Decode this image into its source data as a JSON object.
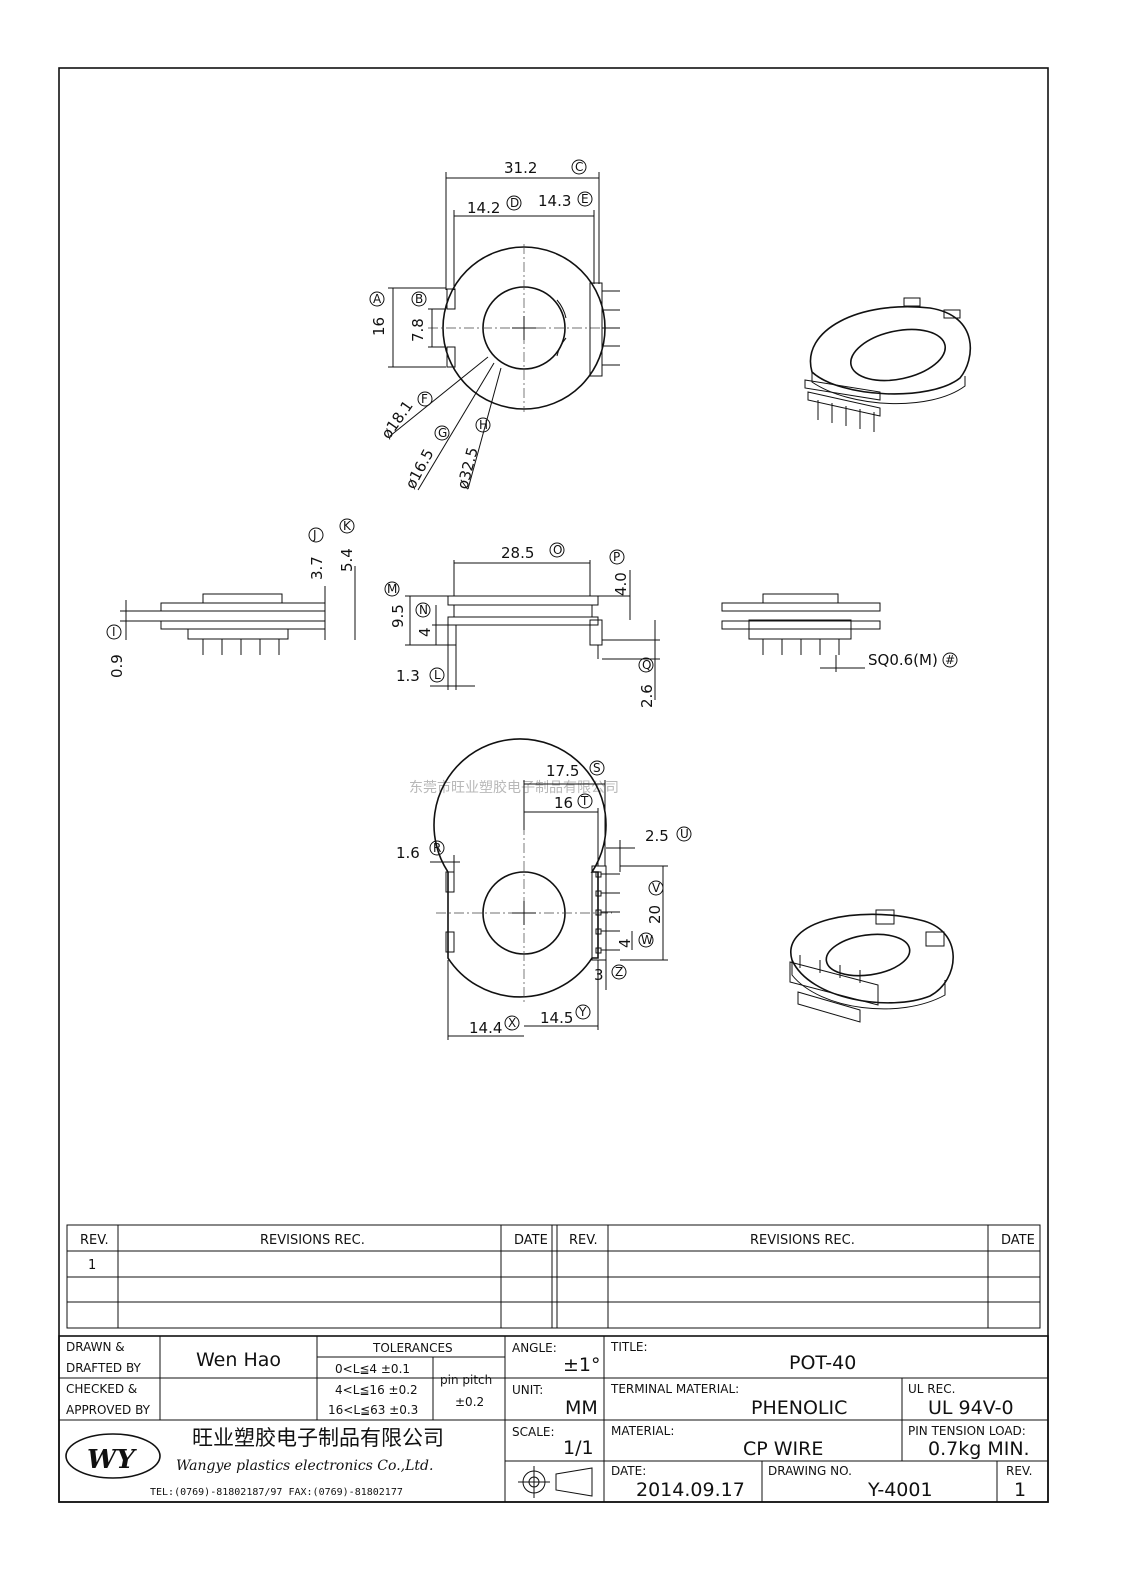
{
  "drawing": {
    "top_view": {
      "overall_width": "31.2",
      "left_half": "14.2",
      "right_half": "14.3",
      "window_height": "16",
      "slot_height": "7.8",
      "dia_f": "ø18.1",
      "dia_g": "ø16.5",
      "dia_h": "ø32.5",
      "labels": [
        "C",
        "D",
        "E",
        "A",
        "B",
        "F",
        "G",
        "H"
      ]
    },
    "side_view_left": {
      "dim_j": "3.7",
      "dim_k": "5.4",
      "dim_i": "0.9",
      "labels": [
        "J",
        "K",
        "I"
      ]
    },
    "front_view": {
      "top_width": "28.5",
      "height_p": "4.0",
      "height_m": "9.5",
      "height_n": "4",
      "dim_l": "1.3",
      "dim_q": "2.6",
      "labels": [
        "O",
        "P",
        "M",
        "N",
        "L",
        "Q"
      ]
    },
    "side_view_right": {
      "pin_note": "SQ0.6(M)",
      "labels": [
        "#"
      ]
    },
    "bottom_view": {
      "dim_s": "17.5",
      "dim_t": "16",
      "dim_r": "1.6",
      "dim_u": "2.5",
      "dim_v": "20",
      "dim_w": "4",
      "dim_z": "3",
      "dim_x": "14.4",
      "dim_y": "14.5",
      "labels": [
        "S",
        "T",
        "R",
        "U",
        "V",
        "W",
        "Z",
        "X",
        "Y"
      ]
    }
  },
  "watermark": "东莞市旺业塑胶电子制品有限公司",
  "revisions": {
    "headers": [
      "REV.",
      "REVISIONS   REC.",
      "DATE",
      "REV.",
      "REVISIONS   REC.",
      "DATE"
    ],
    "rows": [
      [
        "1",
        "",
        "",
        "",
        "",
        ""
      ],
      [
        "",
        "",
        "",
        "",
        "",
        ""
      ],
      [
        "",
        "",
        "",
        "",
        "",
        ""
      ]
    ]
  },
  "title_block": {
    "drawn_label_1": "DRAWN &",
    "drawn_label_2": "DRAFTED BY",
    "drawn_by": "Wen Hao",
    "checked_label_1": "CHECKED &",
    "checked_label_2": "APPROVED BY",
    "tolerances_title": "TOLERANCES",
    "tolerances": [
      "0<L≦4    ±0.1",
      "4<L≦16  ±0.2",
      "16<L≦63  ±0.3"
    ],
    "pin_pitch_label": "pin pitch",
    "pin_pitch_value": "±0.2",
    "angle_label": "ANGLE:",
    "angle_value": "±1°",
    "unit_label": "UNIT:",
    "unit_value": "MM",
    "scale_label": "SCALE:",
    "scale_value": "1/1",
    "title_label": "TITLE:",
    "title_value": "POT-40",
    "terminal_label": "TERMINAL MATERIAL:",
    "terminal_value": "PHENOLIC",
    "ul_label": "UL REC.",
    "ul_value": "UL 94V-0",
    "material_label": "MATERIAL:",
    "material_value": "CP WIRE",
    "pin_tension_label": "PIN TENSION LOAD:",
    "pin_tension_value": "0.7kg MIN.",
    "date_label": "DATE:",
    "date_value": "2014.09.17",
    "drawing_no_label": "DRAWING NO.",
    "drawing_no_value": "Y-4001",
    "rev_label": "REV.",
    "rev_value": "1",
    "logo_text": "WY",
    "company_cn": "旺业塑胶电子制品有限公司",
    "company_en": "Wangye plastics electronics Co.,Ltd.",
    "contact": "TEL:(0769)-81802187/97   FAX:(0769)-81802177"
  }
}
